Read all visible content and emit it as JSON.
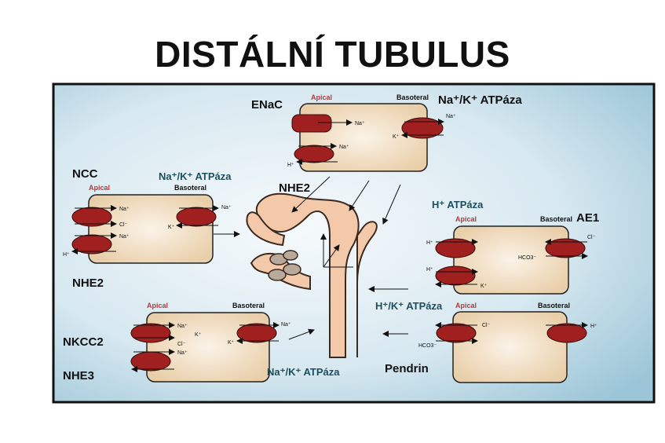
{
  "title": "DISTÁLNÍ TUBULUS",
  "colors": {
    "panel_light": "#f2f8fb",
    "panel_dark": "#9fc8da",
    "cell_fill": "#f0dcc0",
    "transporter": "#a01f1f",
    "tubule_fill": "#f3c9a9",
    "apical_text": "#b03a3a",
    "teal_text": "#1d4e5f"
  },
  "labels": {
    "enac": "ENaC",
    "nak_top": "Na⁺/K⁺ ATPáza",
    "ncc": "NCC",
    "nak_left": "Na⁺/K⁺ ATPáza",
    "nhe2_center": "NHE2",
    "h_atpase": "H⁺ ATPáza",
    "ae1": "AE1",
    "nhe2_left": "NHE2",
    "hk_atpase": "H⁺/K⁺ ATPáza",
    "nkcc2": "NKCC2",
    "nhe3": "NHE3",
    "nak_bottom": "Na⁺/K⁺ ATPáza",
    "pendrin": "Pendrin"
  },
  "cells": {
    "top": {
      "apical": "Apical",
      "basoteral": "Basoteral",
      "ions": [
        "Na⁺",
        "Na⁺",
        "H⁺",
        "Na⁺",
        "K⁺"
      ]
    },
    "left": {
      "apical": "Apical",
      "basoteral": "Basoteral",
      "ions": [
        "Na⁺",
        "Cl⁻",
        "Na⁺",
        "H⁺",
        "Na⁺",
        "K⁺"
      ]
    },
    "right": {
      "apical": "Apical",
      "basoteral": "Basoteral",
      "ions": [
        "H⁺",
        "H⁺",
        "K⁺",
        "HCO3⁻",
        "Cl⁻"
      ]
    },
    "bottom_left": {
      "apical": "Apical",
      "basoteral": "Basoteral",
      "ions": [
        "Na⁺",
        "K⁺",
        "Cl⁻",
        "Na⁺",
        "Na⁺",
        "K⁺"
      ]
    },
    "bottom_right": {
      "apical": "Apical",
      "basoteral": "Basoteral",
      "ions": [
        "Cl⁻",
        "HCO3⁻",
        "H⁺"
      ]
    }
  }
}
